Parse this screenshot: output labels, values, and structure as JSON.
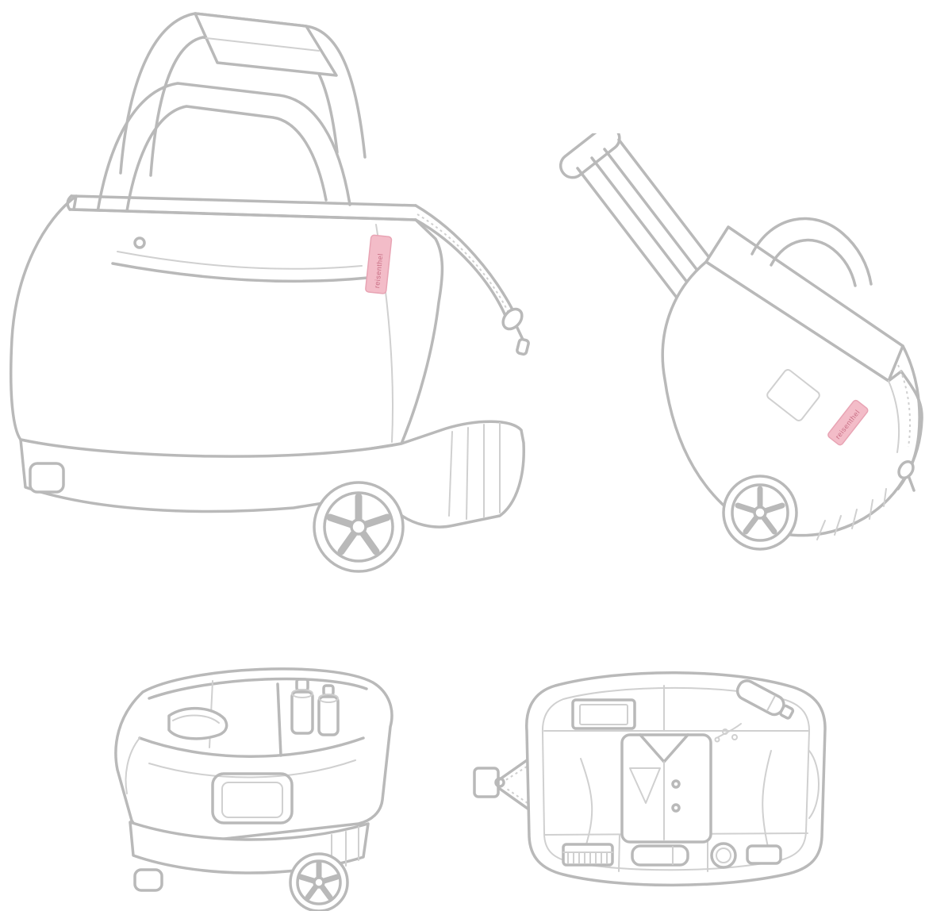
{
  "page": {
    "background": "#ffffff"
  },
  "colors": {
    "line": "#b9b9b9",
    "line_light": "#d0d0d0",
    "tag_fill": "#f3bcc8",
    "tag_border": "#e8a4b4",
    "tag_text": "#c96f85"
  },
  "brand": {
    "label_text": "reisenthel"
  },
  "views": {
    "front": "trolley-bag-front-three-quarter-illustration",
    "trolley": "trolley-bag-tilted-telescopic-handle-illustration",
    "interior": "trolley-bag-open-interior-illustration",
    "top": "trolley-bag-top-down-open-illustration"
  }
}
